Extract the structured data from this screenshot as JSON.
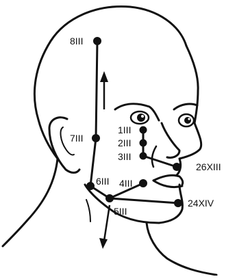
{
  "diagram": {
    "ink_color": "#111111",
    "background": "#ffffff",
    "points": [
      {
        "id": "8iii",
        "label": "8III"
      },
      {
        "id": "7iii",
        "label": "7III"
      },
      {
        "id": "6iii",
        "label": "6III"
      },
      {
        "id": "5iii",
        "label": "5III"
      },
      {
        "id": "1iii",
        "label": "1III"
      },
      {
        "id": "2iii",
        "label": "2III"
      },
      {
        "id": "3iii",
        "label": "3III"
      },
      {
        "id": "4iii",
        "label": "4III"
      },
      {
        "id": "26xiii",
        "label": "26XIII"
      },
      {
        "id": "24xiv",
        "label": "24XIV"
      }
    ],
    "arrows": [
      {
        "name": "upward-arrow",
        "direction": "up"
      },
      {
        "name": "downward-arrow",
        "direction": "down"
      }
    ]
  }
}
